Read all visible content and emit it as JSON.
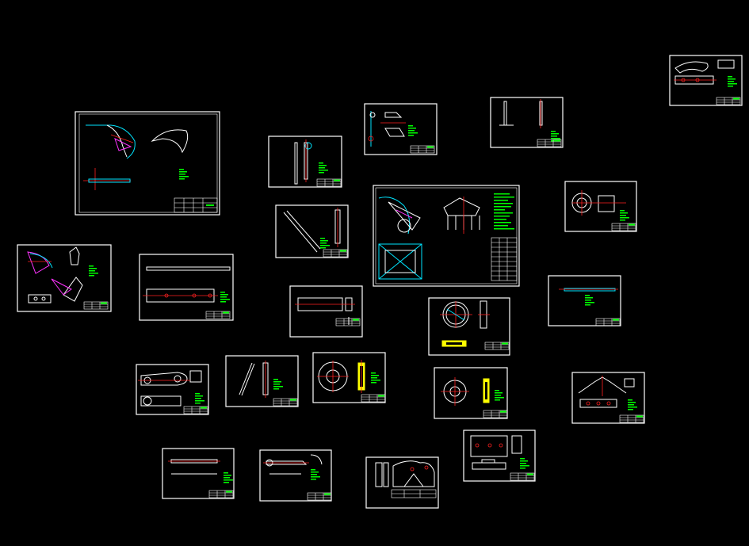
{
  "app": {
    "view": "model-space",
    "background": "#000000"
  },
  "colors": {
    "frame": "#ffffff",
    "annotation": "#00ff00",
    "geometry_cyan": "#00e5ff",
    "centerline_red": "#ff2020",
    "magenta": "#ff33ff",
    "yellow": "#ffff00"
  },
  "sheets": [
    {
      "id": "s01",
      "kind": "assembly-frame"
    },
    {
      "id": "s02",
      "kind": "curved-blade"
    },
    {
      "id": "s03",
      "kind": "shaft-pin"
    },
    {
      "id": "s04",
      "kind": "bracket-part"
    },
    {
      "id": "s05",
      "kind": "rod-pair"
    },
    {
      "id": "s06",
      "kind": "flange-small"
    },
    {
      "id": "s07",
      "kind": "inclined-link"
    },
    {
      "id": "s08",
      "kind": "main-assembly"
    },
    {
      "id": "s09",
      "kind": "blade-details"
    },
    {
      "id": "s10",
      "kind": "long-plate"
    },
    {
      "id": "s11",
      "kind": "block-part"
    },
    {
      "id": "s12",
      "kind": "long-bar"
    },
    {
      "id": "s13",
      "kind": "disc-with-strip"
    },
    {
      "id": "s14",
      "kind": "lever-arm"
    },
    {
      "id": "s15",
      "kind": "slanted-rod"
    },
    {
      "id": "s16",
      "kind": "disc-flange"
    },
    {
      "id": "s17",
      "kind": "disc-flange-2"
    },
    {
      "id": "s18",
      "kind": "plate-bend"
    },
    {
      "id": "s19",
      "kind": "mounting-plate"
    },
    {
      "id": "s20",
      "kind": "thin-bar"
    },
    {
      "id": "s21",
      "kind": "shaft-key"
    },
    {
      "id": "s22",
      "kind": "cam-plate"
    },
    {
      "id": "s23",
      "kind": "hook-bracket"
    }
  ]
}
